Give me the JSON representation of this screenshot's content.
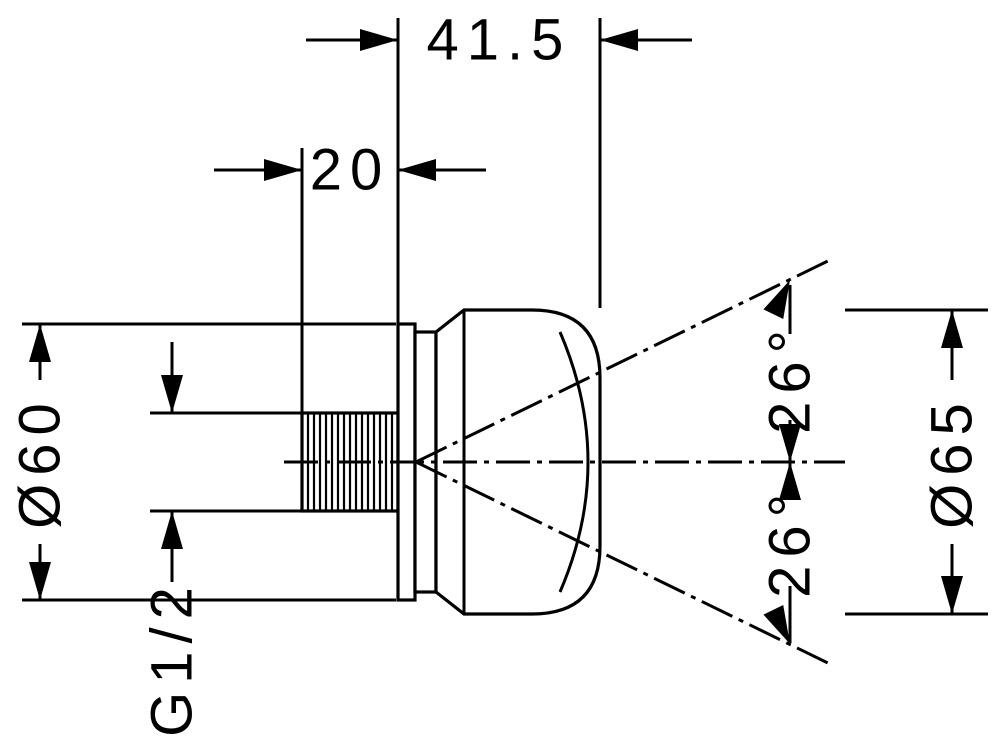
{
  "colors": {
    "line": "#000000",
    "background": "#ffffff"
  },
  "dimensions": {
    "projection": "41.5",
    "thread_length": "20",
    "flange_diameter": "Ø60",
    "body_diameter": "Ø65",
    "thread_size": "G1/2",
    "spray_angle_up": "26°",
    "spray_angle_down": "26°"
  }
}
